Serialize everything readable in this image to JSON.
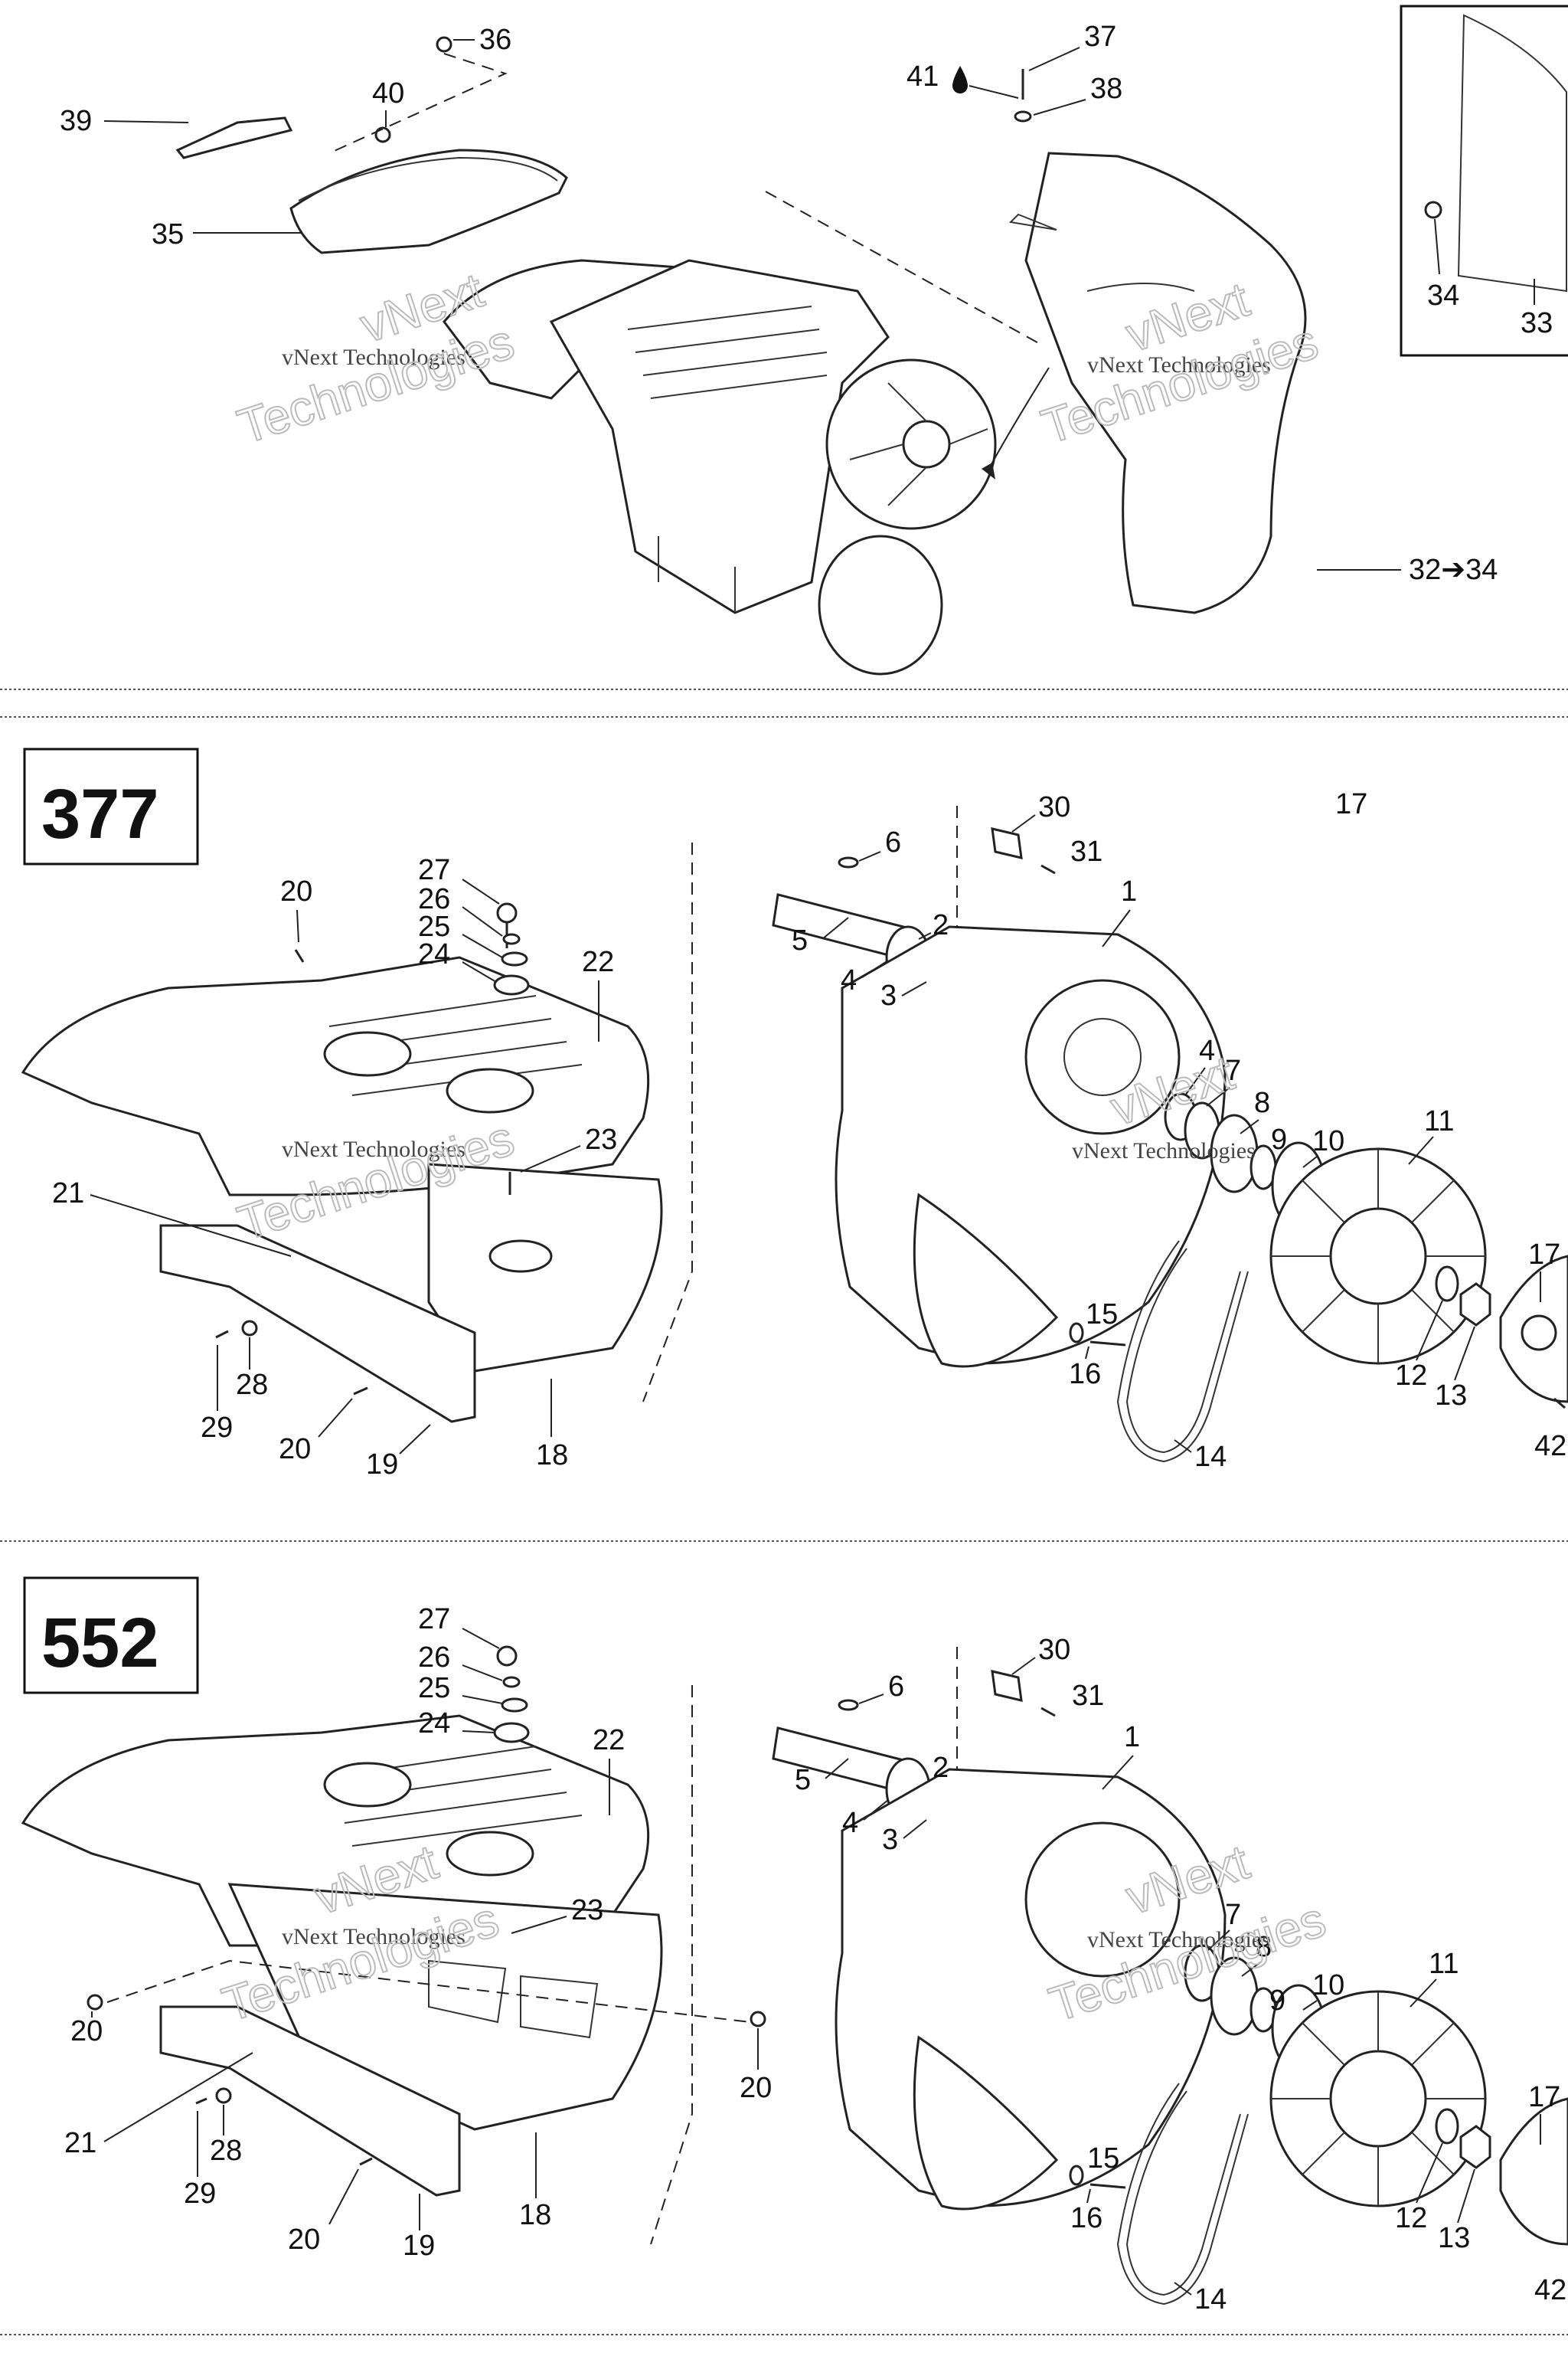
{
  "panels": {
    "top": {
      "callouts": [
        "36",
        "40",
        "39",
        "35",
        "37",
        "41",
        "38",
        "34",
        "33",
        "32➔34"
      ],
      "watermark_line1": "vNext",
      "watermark_line2": "vNext Technologies",
      "watermark_line3": "Technologies"
    },
    "middle": {
      "model": "377",
      "callouts": [
        "27",
        "26",
        "25",
        "24",
        "20",
        "22",
        "23",
        "21",
        "28",
        "29",
        "20",
        "19",
        "18",
        "6",
        "30",
        "31",
        "17",
        "5",
        "2",
        "4",
        "3",
        "1",
        "4",
        "7",
        "8",
        "9",
        "10",
        "11",
        "17",
        "15",
        "16",
        "12",
        "13",
        "14",
        "42"
      ]
    },
    "bottom": {
      "model": "552",
      "callouts": [
        "27",
        "26",
        "25",
        "24",
        "22",
        "23",
        "20",
        "21",
        "28",
        "29",
        "20",
        "19",
        "18",
        "20",
        "6",
        "30",
        "31",
        "5",
        "2",
        "4",
        "3",
        "1",
        "7",
        "8",
        "9",
        "10",
        "11",
        "17",
        "15",
        "16",
        "12",
        "13",
        "14",
        "42"
      ]
    }
  },
  "inline_symbols": {
    "oil_drop": "oil-drop-icon"
  },
  "watermark": {
    "line1": "vNext",
    "line2": "vNext Technologies",
    "line3": "Technologies"
  }
}
